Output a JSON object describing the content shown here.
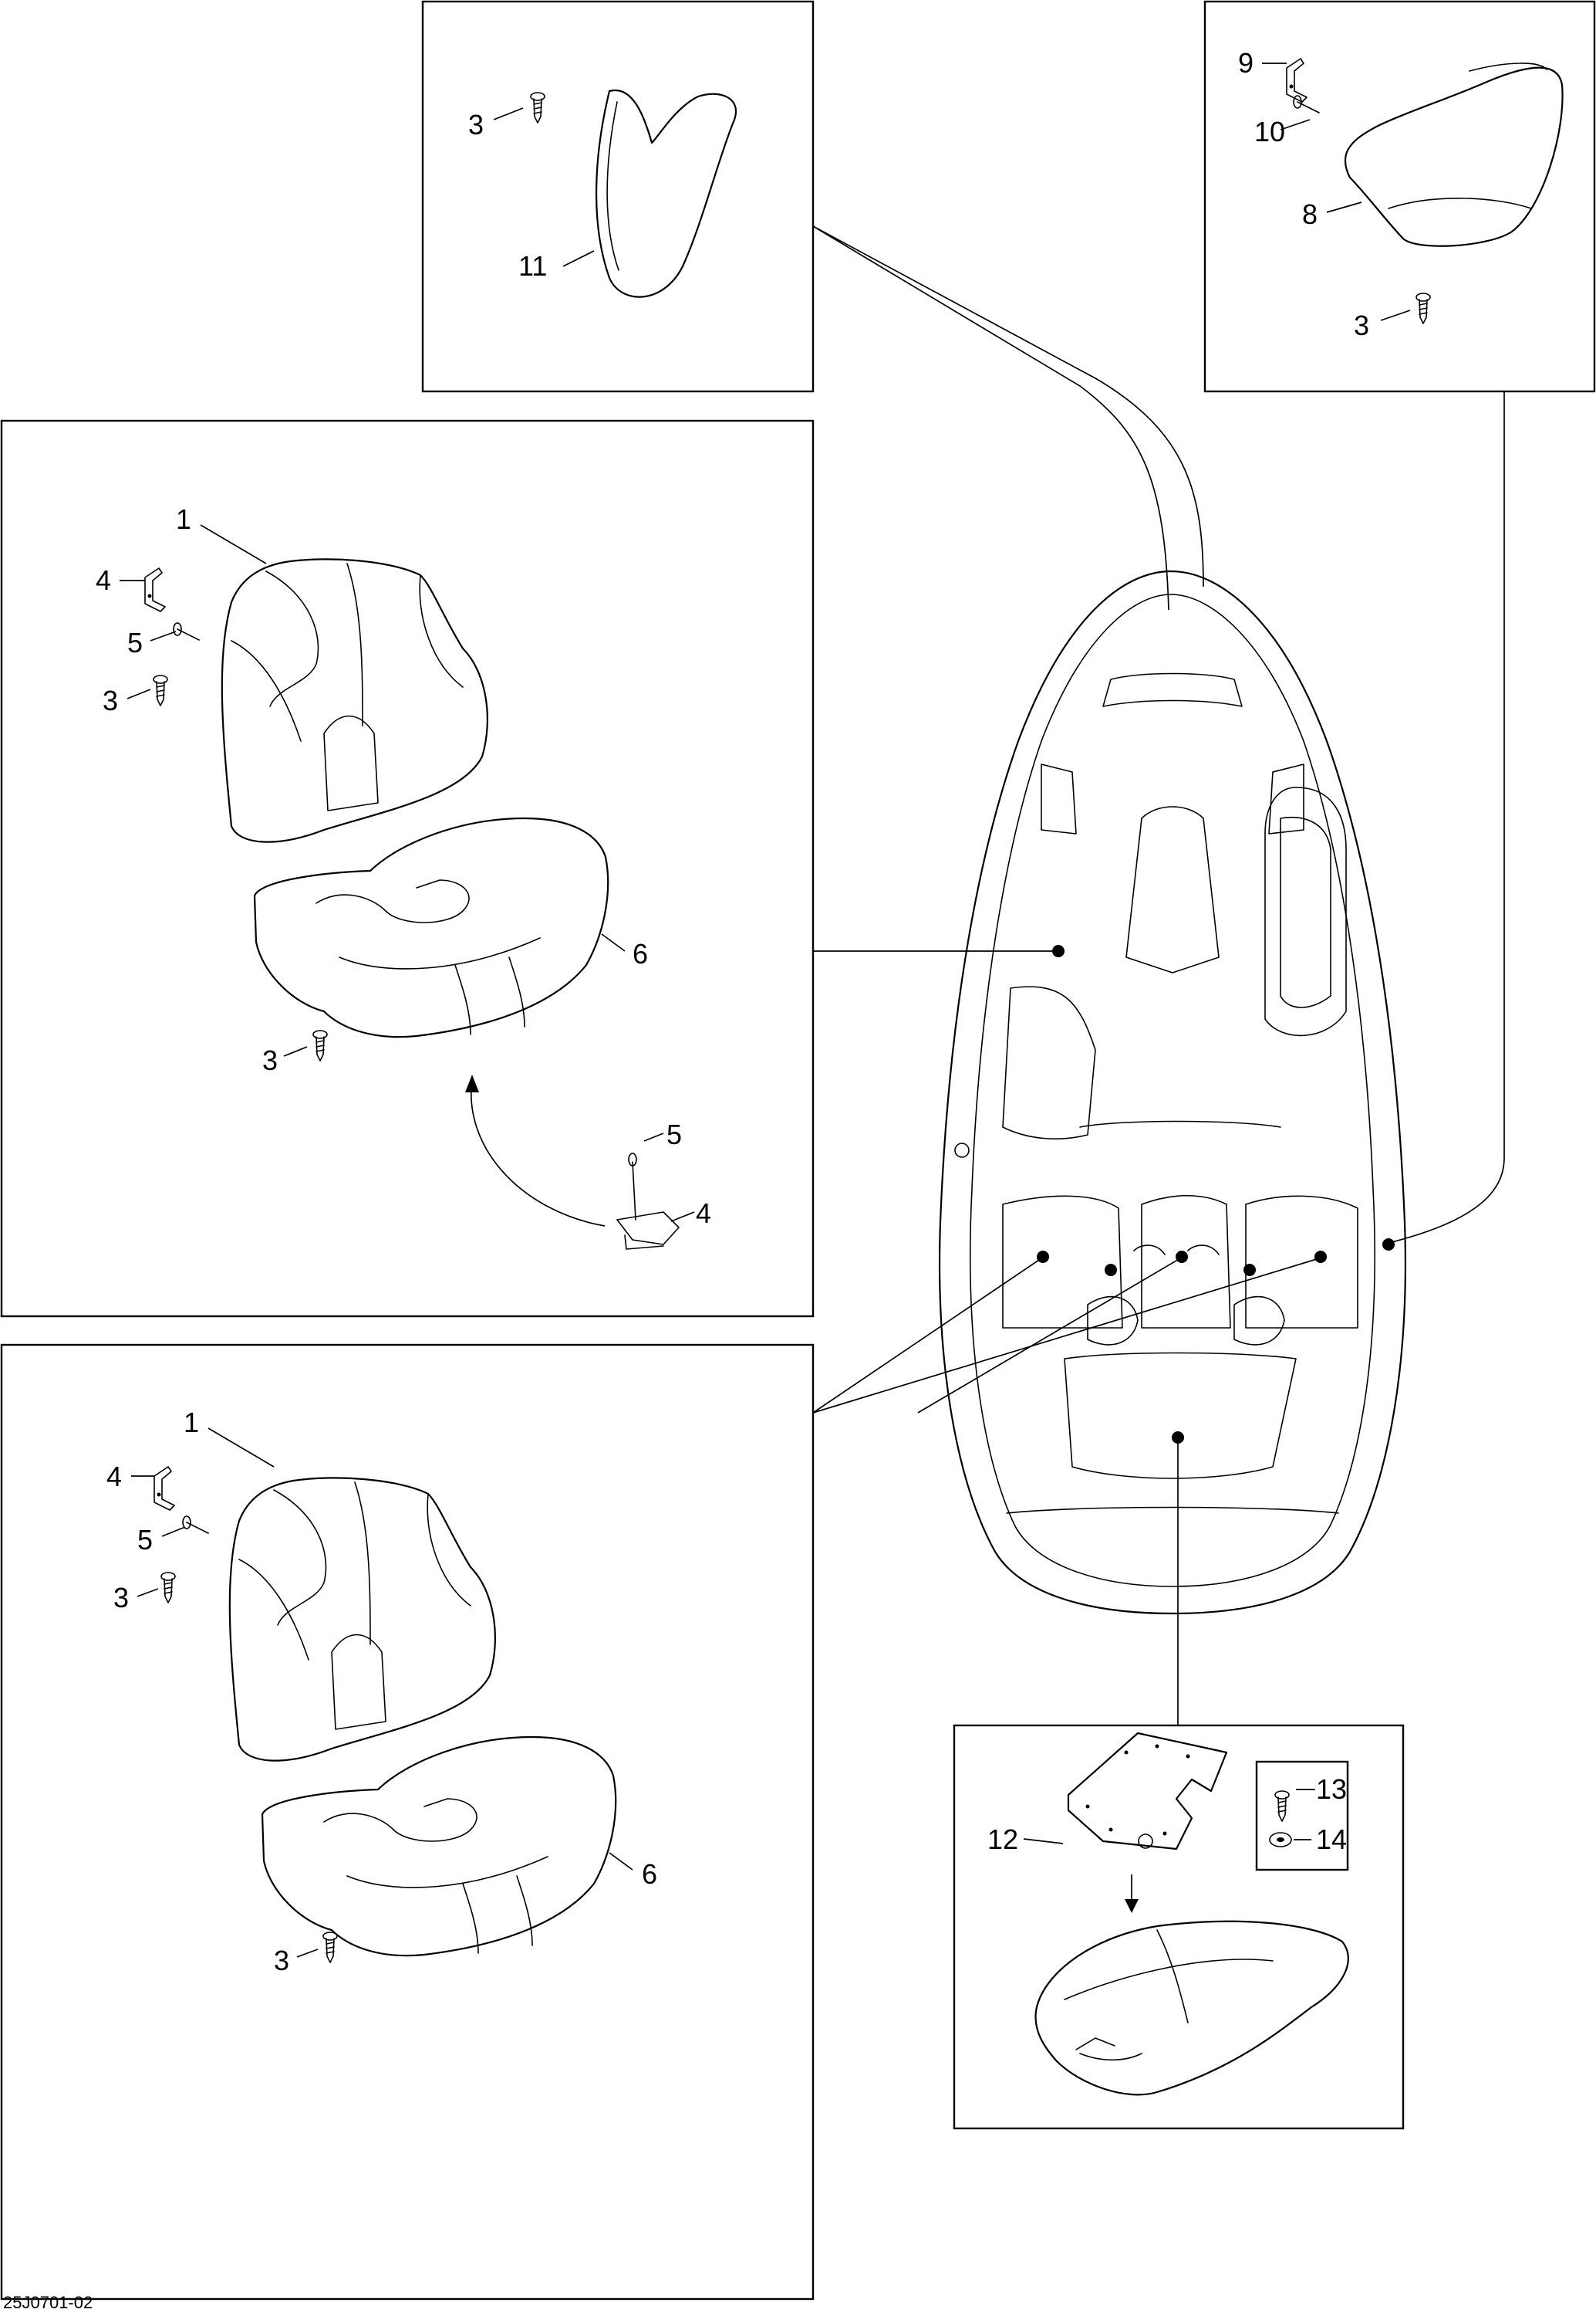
{
  "diagram": {
    "drawing_code": "25J0701-02",
    "callouts": {
      "c_tl_3": "3",
      "c_tl_11": "11",
      "c_tr_9": "9",
      "c_tr_10": "10",
      "c_tr_8": "8",
      "c_tr_3": "3",
      "c_ml_1": "1",
      "c_ml_4a": "4",
      "c_ml_5a": "5",
      "c_ml_3a": "3",
      "c_ml_6": "6",
      "c_ml_3b": "3",
      "c_ml_5b": "5",
      "c_ml_4b": "4",
      "c_bl_1": "1",
      "c_bl_4": "4",
      "c_bl_5": "5",
      "c_bl_3a": "3",
      "c_bl_6": "6",
      "c_bl_3b": "3",
      "c_br_13": "13",
      "c_br_12": "12",
      "c_br_14": "14"
    }
  }
}
